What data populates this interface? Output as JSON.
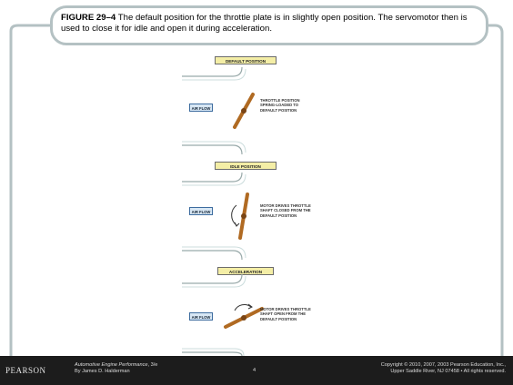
{
  "caption": {
    "figure_label": "FIGURE 29–4",
    "text": "The default position for the throttle plate is in slightly open position. The servomotor then is used to close it for idle and open it during acceleration."
  },
  "diagrams": [
    {
      "title": "DEFAULT POSITION",
      "airflow": "AIR FLOW",
      "note": "THROTTLE POSITION\nSPRING-LOADED TO\nDEFAULT POSITION"
    },
    {
      "title": "IDLE POSITION",
      "airflow": "AIR FLOW",
      "note": "MOTOR DRIVES THROTTLE\nSHAFT CLOSED FROM THE\nDEFAULT POSITION"
    },
    {
      "title": "ACCELERATION",
      "airflow": "AIR FLOW",
      "note": "MOTOR DRIVES THROTTLE\nSHAFT OPEN FROM THE\nDEFAULT POSITION"
    }
  ],
  "footer": {
    "logo": "PEARSON",
    "book_title": "Automotive Engine Performance",
    "edition": ", 3/e",
    "author": "By James D. Halderman",
    "page": "4",
    "copyright_line1": "Copyright © 2010, 2007, 2003 Pearson Education, Inc.,",
    "copyright_line2": "Upper Saddle River, NJ 07458 • All rights reserved."
  },
  "colors": {
    "frame": "#b4c1c3",
    "label_fill": "#f4eea6",
    "airflow_fill": "#d8e7f4",
    "throttle": "#b06a22",
    "footer_bg": "#1c1c1c"
  }
}
